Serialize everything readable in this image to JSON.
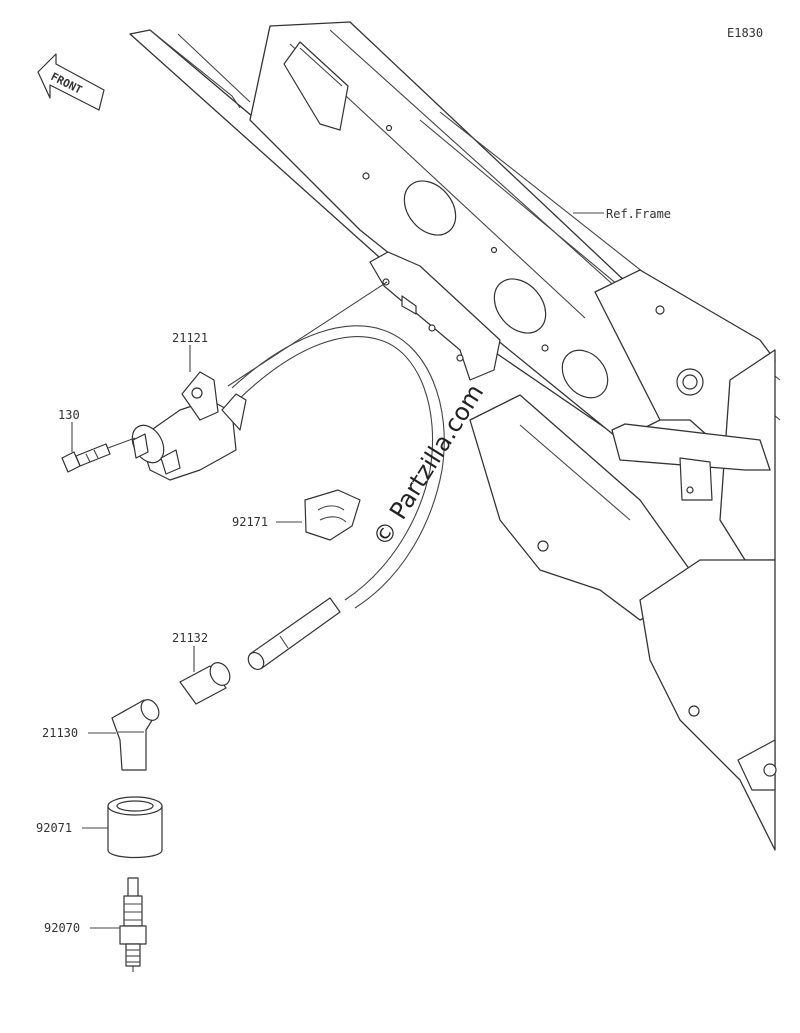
{
  "diagram_id": "E1830",
  "front_label": "FRONT",
  "ref_frame": "Ref.Frame",
  "watermark": "© Partzilla.com",
  "parts": {
    "ignition_coil": "21121",
    "bolt": "130",
    "clamp": "92171",
    "cap_joint": "21132",
    "plug_cap": "21130",
    "cap_seal": "92071",
    "spark_plug": "92070"
  },
  "colors": {
    "line": "#333333",
    "background": "#ffffff"
  }
}
